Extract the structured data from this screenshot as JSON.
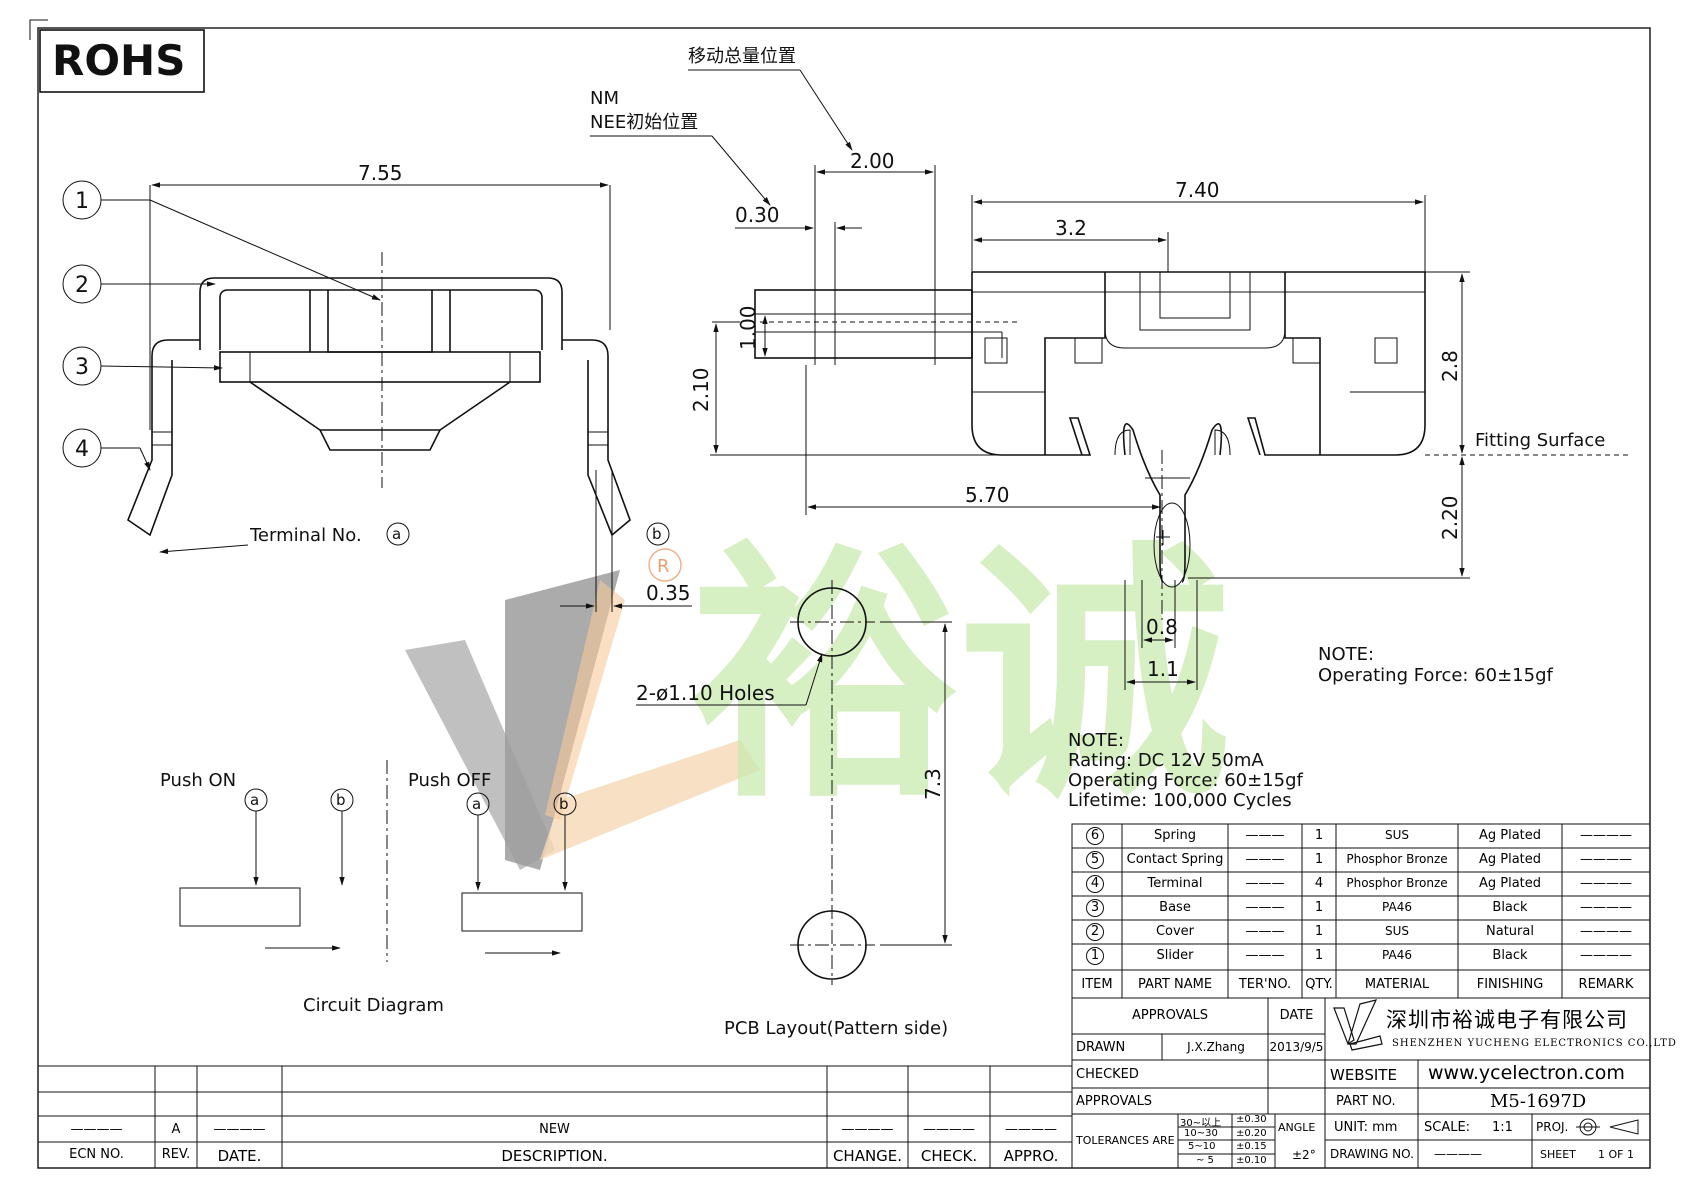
{
  "rohs_label": "ROHS",
  "top_view": {
    "width_dim": "7.55",
    "callouts": [
      "1",
      "2",
      "3",
      "4"
    ],
    "terminal_a_label": "Terminal No.",
    "terminal_a_mark": "a",
    "terminal_b_mark": "b",
    "gap_dim": "0.35"
  },
  "side_view": {
    "travel_note": "移动总量位置",
    "nm_label": "NM",
    "initial_note": "NEE初始位置",
    "dim_2_00": "2.00",
    "dim_0_30": "0.30",
    "dim_7_40": "7.40",
    "dim_3_2": "3.2",
    "dim_1_00": "1.00",
    "dim_2_10": "2.10",
    "dim_2_8": "2.8",
    "fitting_surface": "Fitting Surface",
    "dim_5_70": "5.70",
    "dim_2_20": "2.20",
    "dim_0_8": "0.8",
    "dim_1_1": "1.1"
  },
  "note1": {
    "title": "NOTE:",
    "line": "Operating Force: 60±15gf"
  },
  "pcb": {
    "holes_label": "2-ø1.10 Holes",
    "dim_7_3": "7.3",
    "caption": "PCB Layout(Pattern side)"
  },
  "note2": {
    "title": "NOTE:",
    "rating": "Rating: DC 12V 50mA",
    "force": "Operating Force: 60±15gf",
    "lifetime": "Lifetime:  100,000 Cycles"
  },
  "circuit": {
    "push_on": "Push ON",
    "push_off": "Push OFF",
    "mark_a": "a",
    "mark_b": "b",
    "caption": "Circuit Diagram"
  },
  "watermark": {
    "text": "裕诚",
    "registered": "R"
  },
  "bom": {
    "rows": [
      {
        "item": "6",
        "name": "Spring",
        "ter": "———",
        "qty": "1",
        "material": "SUS",
        "finishing": "Ag Plated",
        "remark": "————"
      },
      {
        "item": "5",
        "name": "Contact Spring",
        "ter": "———",
        "qty": "1",
        "material": "Phosphor Bronze",
        "finishing": "Ag Plated",
        "remark": "————"
      },
      {
        "item": "4",
        "name": "Terminal",
        "ter": "———",
        "qty": "4",
        "material": "Phosphor Bronze",
        "finishing": "Ag Plated",
        "remark": "————"
      },
      {
        "item": "3",
        "name": "Base",
        "ter": "———",
        "qty": "1",
        "material": "PA46",
        "finishing": "Black",
        "remark": "————"
      },
      {
        "item": "2",
        "name": "Cover",
        "ter": "———",
        "qty": "1",
        "material": "SUS",
        "finishing": "Natural",
        "remark": "————"
      },
      {
        "item": "1",
        "name": "Slider",
        "ter": "———",
        "qty": "1",
        "material": "PA46",
        "finishing": "Black",
        "remark": "————"
      }
    ],
    "headers": [
      "ITEM",
      "PART NAME",
      "TER'NO.",
      "QTY.",
      "MATERIAL",
      "FINISHING",
      "REMARK"
    ]
  },
  "title_block": {
    "approvals_header": "APPROVALS",
    "date_header": "DATE",
    "drawn_label": "DRAWN",
    "drawn_name": "J.X.Zhang",
    "drawn_date": "2013/9/5",
    "checked_label": "CHECKED",
    "approvals_label": "APPROVALS",
    "company_cn": "深圳市裕诚电子有限公司",
    "company_en": "SHENZHEN YUCHENG ELECTRONICS CO.,LTD",
    "website_label": "WEBSITE",
    "website": "www.ycelectron.com",
    "part_no_label": "PART NO.",
    "part_no": "M5-1697D",
    "tolerances_label": "TOLERANCES ARE",
    "tol_ranges": [
      "30~以上",
      "10~30",
      "5~10",
      "~ 5"
    ],
    "tol_values": [
      "±0.30",
      "±0.20",
      "±0.15",
      "±0.10"
    ],
    "angle_label": "ANGLE",
    "angle_value": "±2°",
    "unit_label": "UNIT: mm",
    "scale_label": "SCALE:",
    "scale_value": "1:1",
    "proj_label": "PROJ.",
    "drawing_no_label": "DRAWING NO.",
    "drawing_no_value": "————",
    "sheet_label": "SHEET",
    "sheet_value": "1 OF 1"
  },
  "revision_block": {
    "ecn_value": "————",
    "rev_value": "A",
    "date_value": "————",
    "description_value": "NEW",
    "change_value": "————",
    "check_value": "————",
    "appro_value": "————",
    "headers": [
      "ECN NO.",
      "REV.",
      "DATE.",
      "DESCRIPTION.",
      "CHANGE.",
      "CHECK.",
      "APPRO."
    ]
  }
}
